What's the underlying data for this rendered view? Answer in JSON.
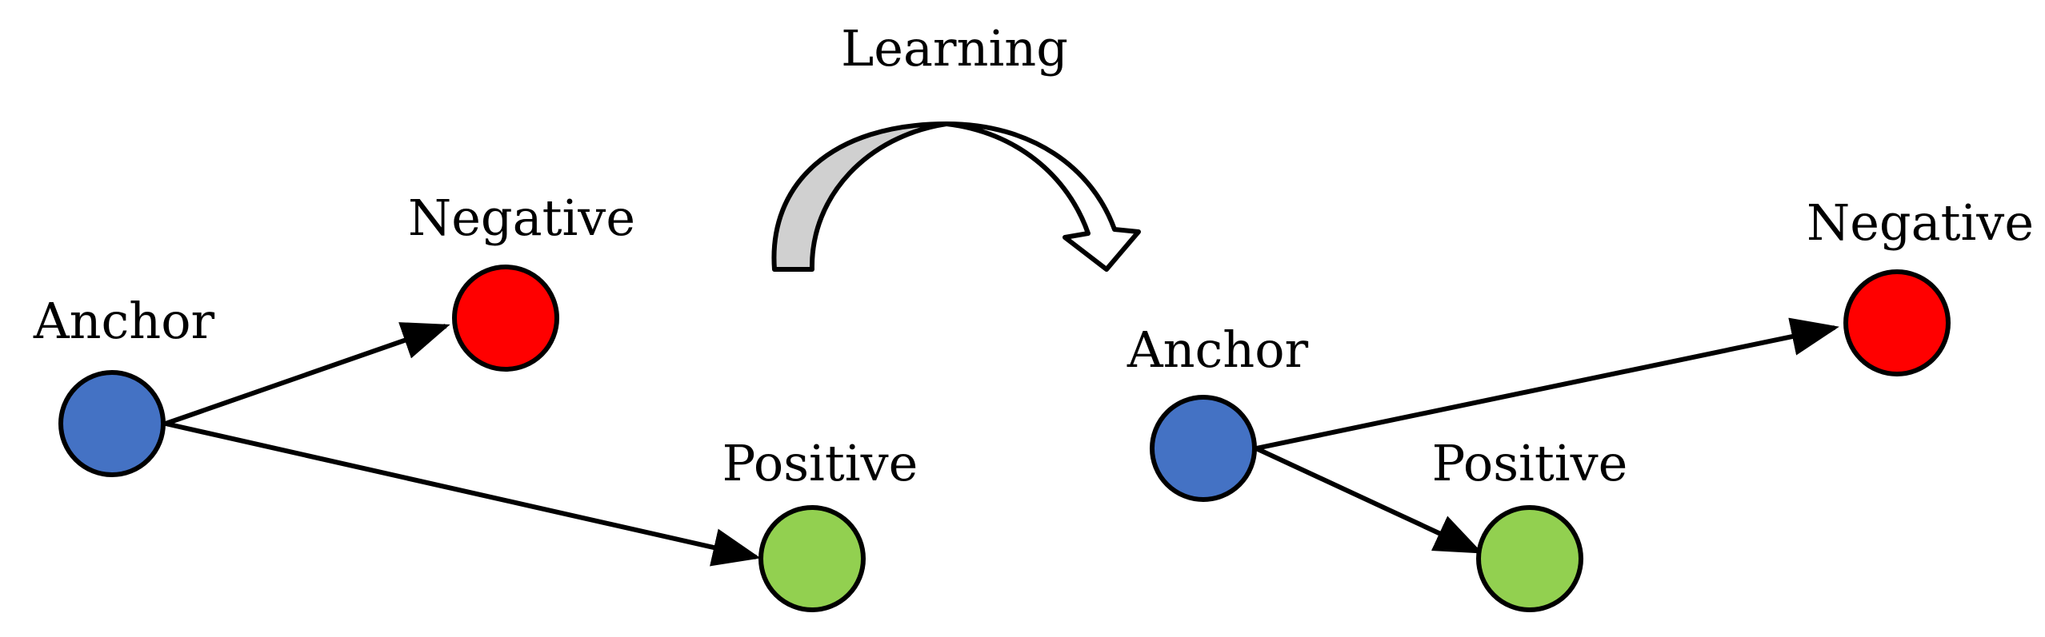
{
  "title": "Learning",
  "colors": {
    "anchor": "#4472c4",
    "negative": "#ff0000",
    "positive": "#92d050",
    "arrow_fill": "#d0d0d0",
    "stroke": "#000000"
  },
  "before": {
    "anchor_label": "Anchor",
    "negative_label": "Negative",
    "positive_label": "Positive"
  },
  "after": {
    "anchor_label": "Anchor",
    "negative_label": "Negative",
    "positive_label": "Positive"
  }
}
